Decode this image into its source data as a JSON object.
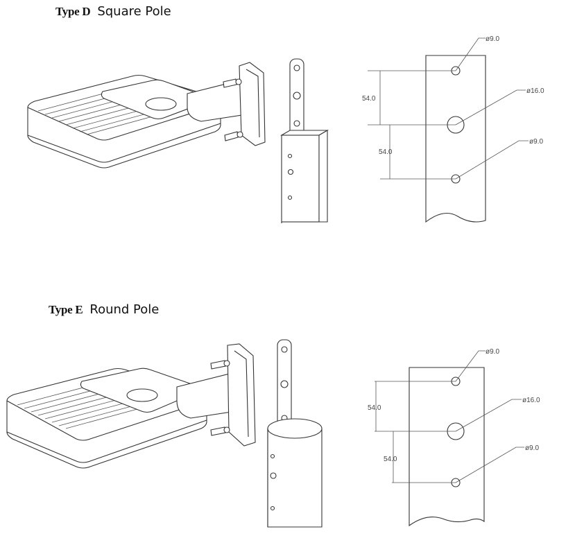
{
  "sections": [
    {
      "type_code": "Type D",
      "pole_name": "Square Pole",
      "dims": {
        "hole_top": "ø9.0",
        "hole_mid": "ø16.0",
        "hole_bot": "ø9.0",
        "spacing_upper": "54.0",
        "spacing_lower": "54.0"
      }
    },
    {
      "type_code": "Type E",
      "pole_name": "Round Pole",
      "dims": {
        "hole_top": "ø9.0",
        "hole_mid": "ø16.0",
        "hole_bot": "ø9.0",
        "spacing_upper": "54.0",
        "spacing_lower": "54.0"
      }
    }
  ]
}
